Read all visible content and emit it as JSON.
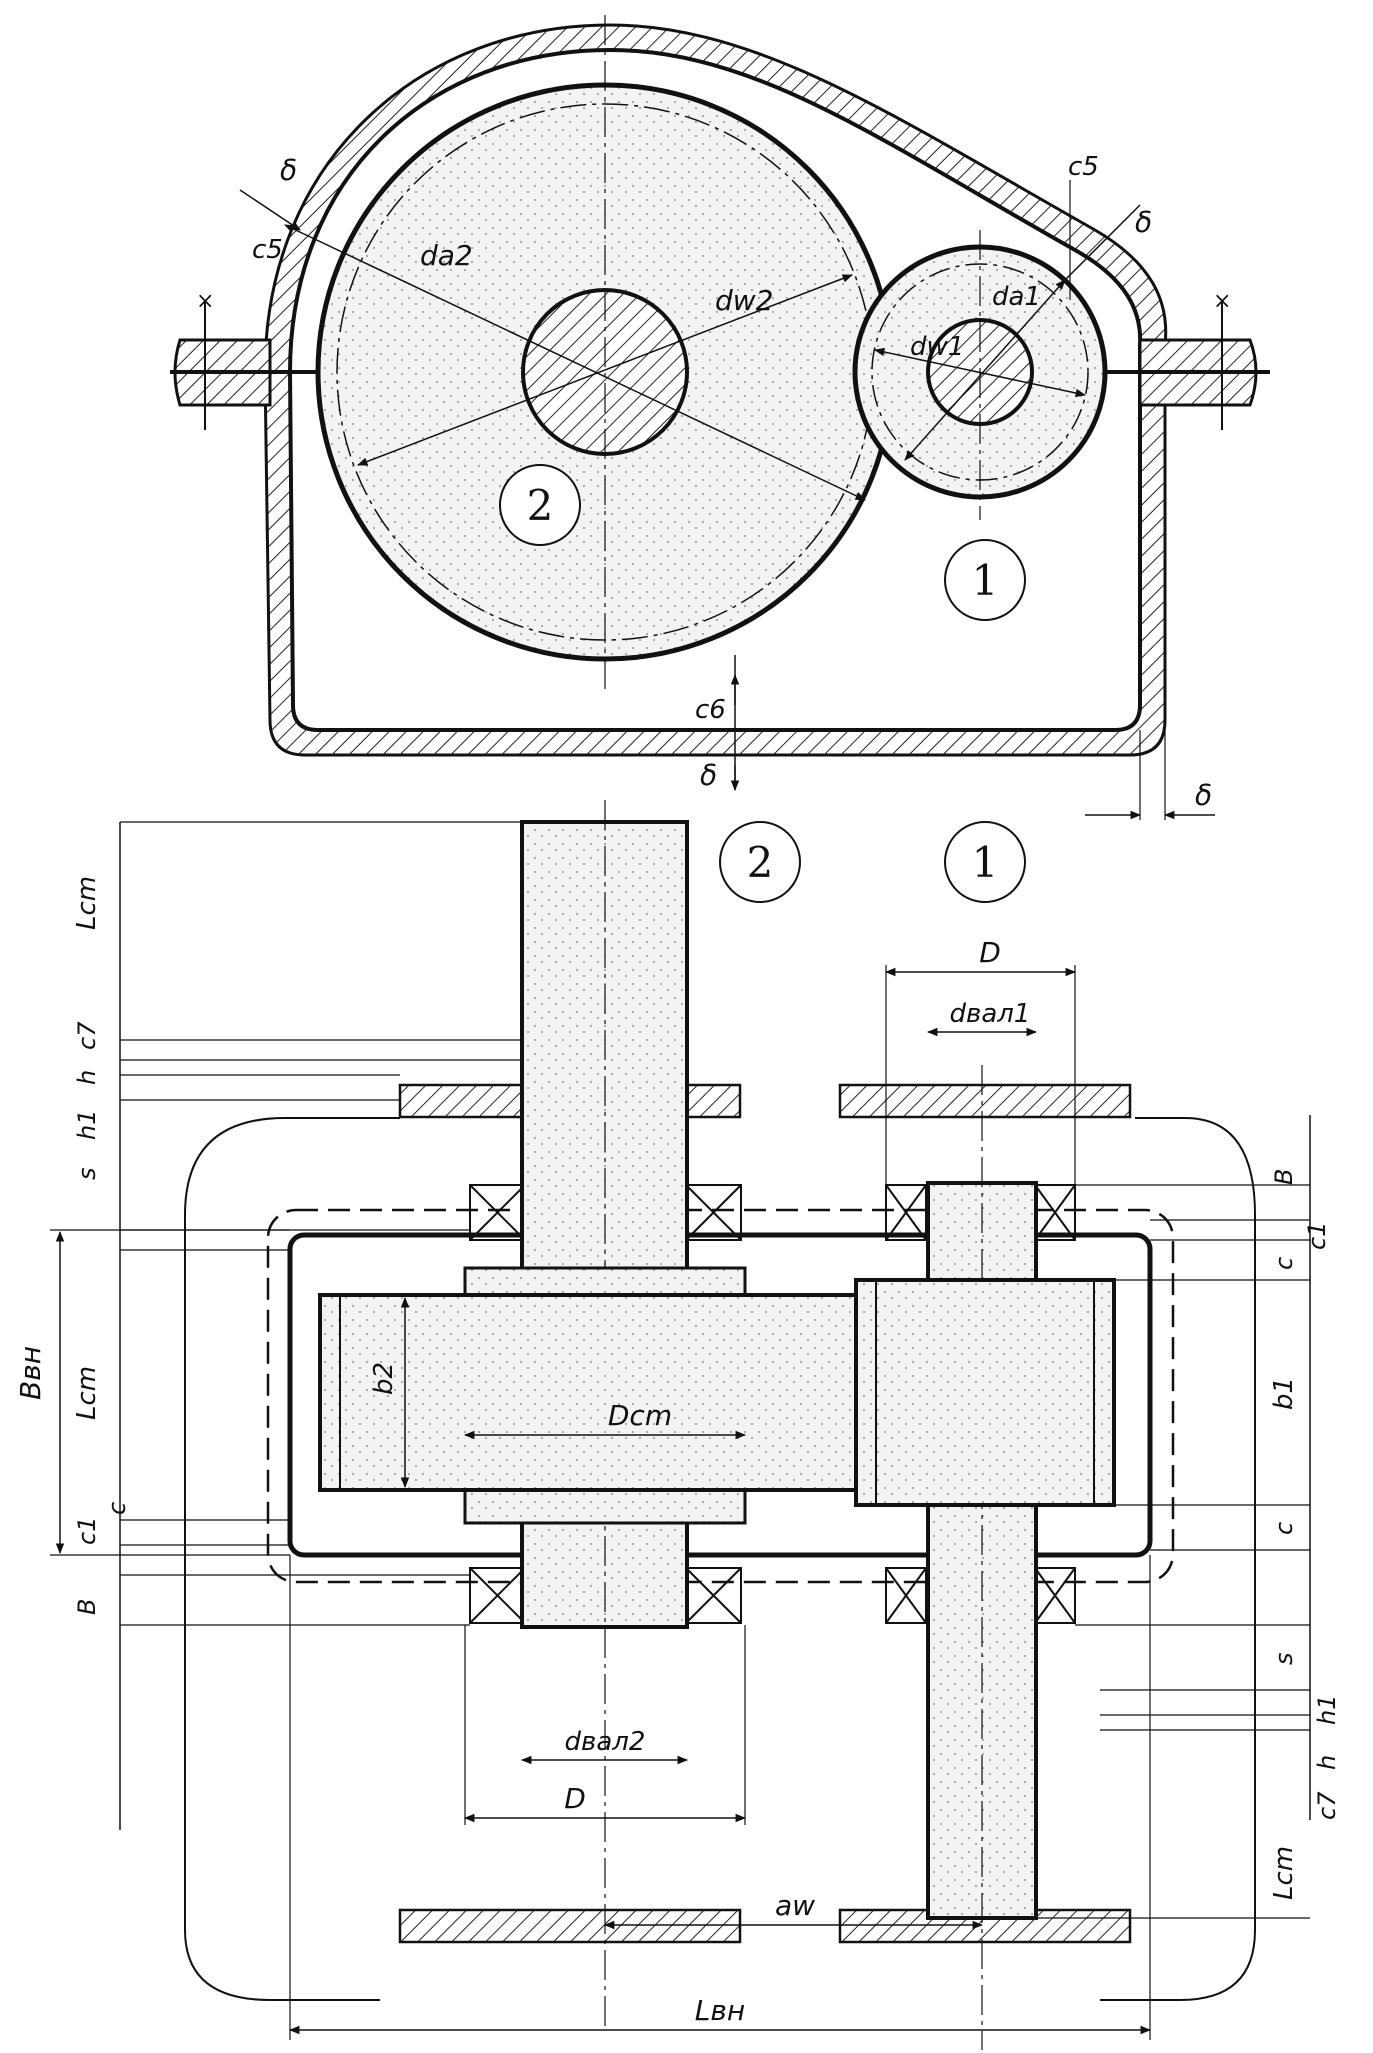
{
  "upper_view": {
    "gear2_number": "2",
    "gear1_number": "1",
    "labels": {
      "delta": "δ",
      "c5": "c5",
      "da2": "da2",
      "dw2": "dw2",
      "dw1": "dw1",
      "da1": "da1",
      "c6": "c6"
    }
  },
  "lower_view": {
    "gear2_number": "2",
    "gear1_number": "1",
    "labels": {
      "Lcm": "Lcm",
      "c7": "c7",
      "h": "h",
      "h1": "h1",
      "s": "s",
      "Bvn": "Bвн",
      "c1": "c1",
      "c": "c",
      "B": "B",
      "b1": "b1",
      "b2": "b2",
      "Dcm": "Dcm",
      "D": "D",
      "dval1": "dвал1",
      "dval2": "dвал2",
      "aw": "aw",
      "Lvn": "Lвн"
    }
  },
  "colors": {
    "line": "#111111",
    "fill": "#f3f3f3",
    "hatch": "#222222"
  }
}
